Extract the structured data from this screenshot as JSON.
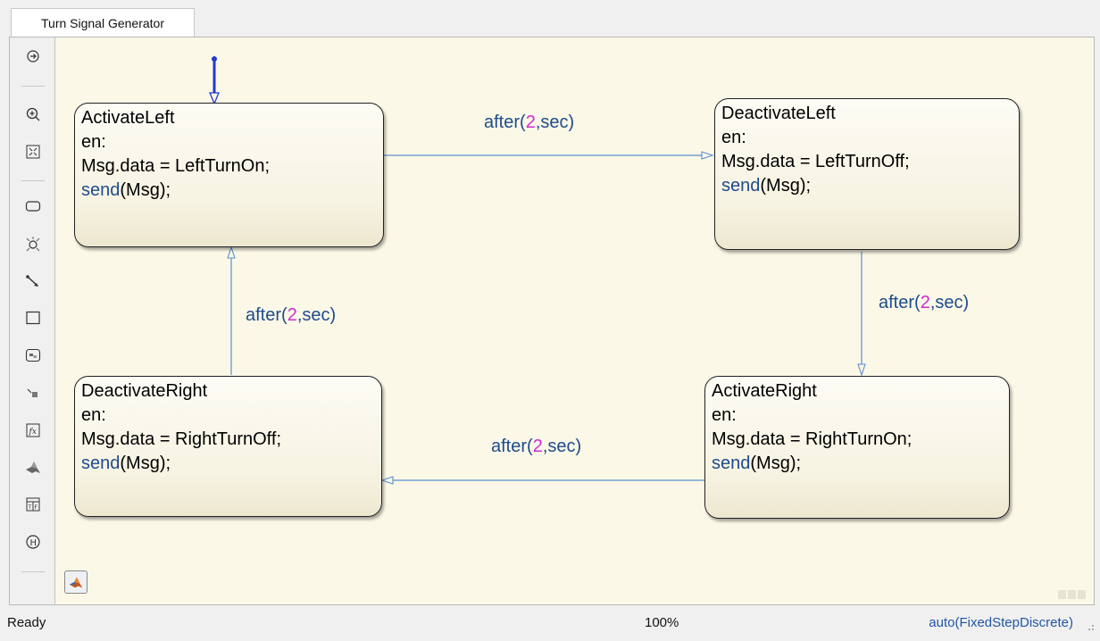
{
  "tab": {
    "title": "Turn Signal Generator"
  },
  "palette": {
    "tools": [
      "back-arrow-icon",
      "zoom-in-icon",
      "fit-to-view-icon",
      "state-icon",
      "junction-icon",
      "default-transition-icon",
      "box-icon",
      "simulink-state-icon",
      "simulink-function-icon",
      "matlab-function-icon",
      "matlab-icon",
      "truth-table-icon",
      "history-junction-icon"
    ]
  },
  "states": {
    "activate_left": {
      "name": "ActivateLeft",
      "entry": "en:",
      "action": "Msg.data = LeftTurnOn;",
      "send_fn": "send",
      "send_arg": "(Msg);"
    },
    "deactivate_left": {
      "name": "DeactivateLeft",
      "entry": "en:",
      "action": "Msg.data = LeftTurnOff;",
      "send_fn": "send",
      "send_arg": "(Msg);"
    },
    "activate_right": {
      "name": "ActivateRight",
      "entry": "en:",
      "action": "Msg.data = RightTurnOn;",
      "send_fn": "send",
      "send_arg": "(Msg);"
    },
    "deactivate_right": {
      "name": "DeactivateRight",
      "entry": "en:",
      "action": "Msg.data = RightTurnOff;",
      "send_fn": "send",
      "send_arg": "(Msg);"
    }
  },
  "transitions": {
    "top": {
      "fn": "after(",
      "num": "2",
      "rest": ",sec)"
    },
    "right": {
      "fn": "after(",
      "num": "2",
      "rest": ",sec)"
    },
    "bottom": {
      "fn": "after(",
      "num": "2",
      "rest": ",sec)"
    },
    "left": {
      "fn": "after(",
      "num": "2",
      "rest": ",sec)"
    }
  },
  "status": {
    "state": "Ready",
    "zoom": "100%",
    "solver": "auto(FixedStepDiscrete)"
  },
  "colors": {
    "canvas": "#fbf8e7",
    "transition": "#5b8fd0",
    "keyword": "#1e4b8c",
    "number": "#d22ad2",
    "default_transition": "#1f3bd0"
  }
}
